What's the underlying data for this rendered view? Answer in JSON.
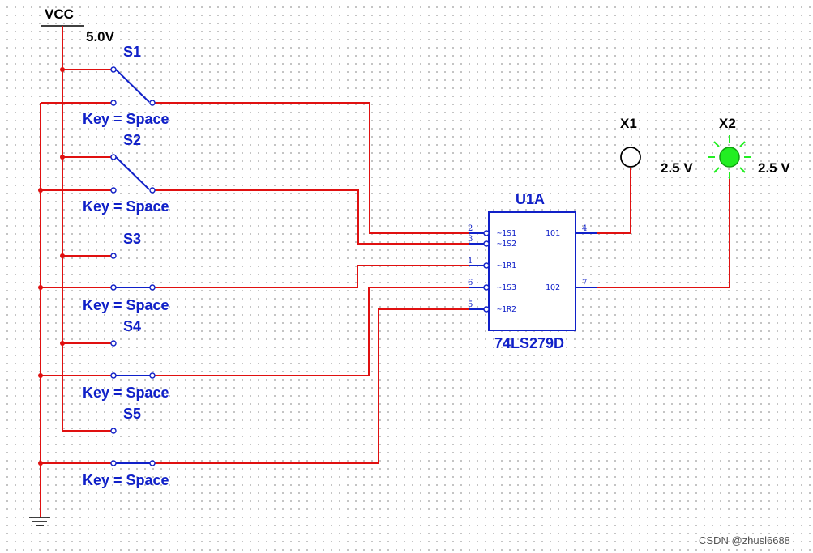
{
  "supply": {
    "label": "VCC",
    "voltage": "5.0V"
  },
  "switches": [
    {
      "name": "S1",
      "key_label": "Key = Space"
    },
    {
      "name": "S2",
      "key_label": "Key = Space"
    },
    {
      "name": "S3",
      "key_label": "Key = Space"
    },
    {
      "name": "S4",
      "key_label": "Key = Space"
    },
    {
      "name": "S5",
      "key_label": "Key = Space"
    }
  ],
  "chip": {
    "ref": "U1A",
    "part": "74LS279D",
    "inputs": [
      {
        "num": "2",
        "name": "~1S1"
      },
      {
        "num": "3",
        "name": "~1S2"
      },
      {
        "num": "1",
        "name": "~1R1"
      },
      {
        "num": "6",
        "name": "~1S3"
      },
      {
        "num": "5",
        "name": "~1R2"
      }
    ],
    "outputs": [
      {
        "num": "4",
        "name": "1Q1"
      },
      {
        "num": "7",
        "name": "1Q2"
      }
    ]
  },
  "probes": [
    {
      "ref": "X1",
      "value": "2.5 V",
      "lit": false
    },
    {
      "ref": "X2",
      "value": "2.5 V",
      "lit": true
    }
  ],
  "colors": {
    "wire": "#e01010",
    "component": "#1020c8",
    "probe_on": "#22ee22"
  },
  "watermark": "CSDN @zhusl6688"
}
